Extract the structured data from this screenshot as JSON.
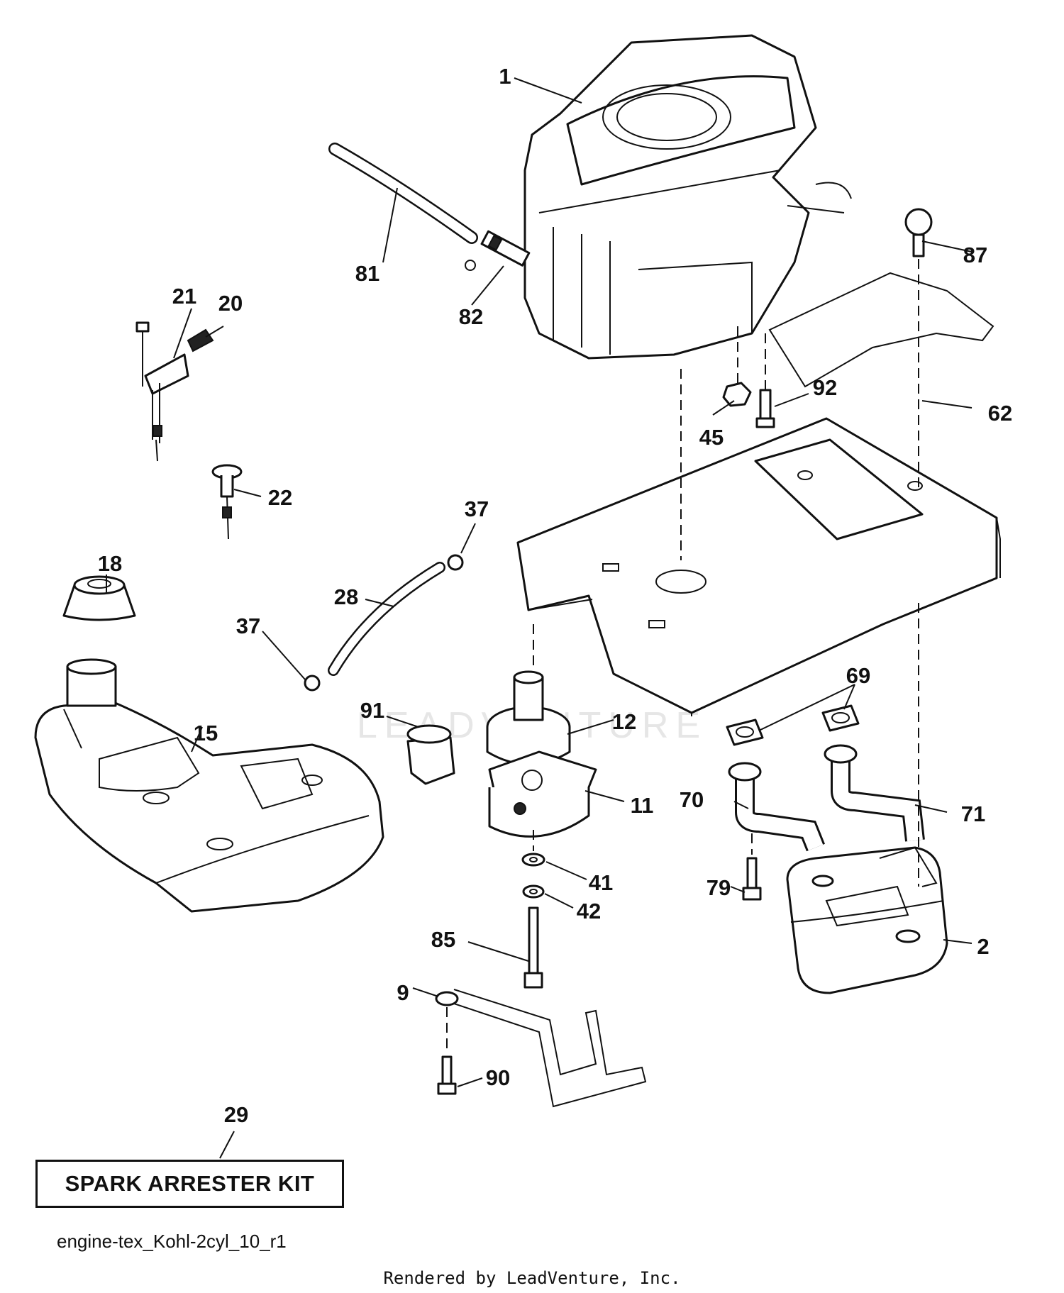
{
  "diagram": {
    "labels": {
      "p1": "1",
      "p2": "2",
      "p9": "9",
      "p11": "11",
      "p12": "12",
      "p15": "15",
      "p18": "18",
      "p20": "20",
      "p21": "21",
      "p22": "22",
      "p28": "28",
      "p29": "29",
      "p37a": "37",
      "p37b": "37",
      "p41": "41",
      "p42": "42",
      "p45": "45",
      "p62": "62",
      "p69": "69",
      "p70": "70",
      "p71": "71",
      "p79": "79",
      "p81": "81",
      "p82": "82",
      "p85": "85",
      "p87": "87",
      "p90": "90",
      "p91": "91",
      "p92": "92"
    }
  },
  "kit_box": {
    "text": "SPARK ARRESTER KIT"
  },
  "drawing_id": "engine-tex_Kohl-2cyl_10_r1",
  "render_credit": "Rendered by LeadVenture, Inc.",
  "watermark": "LEADVENTURE"
}
